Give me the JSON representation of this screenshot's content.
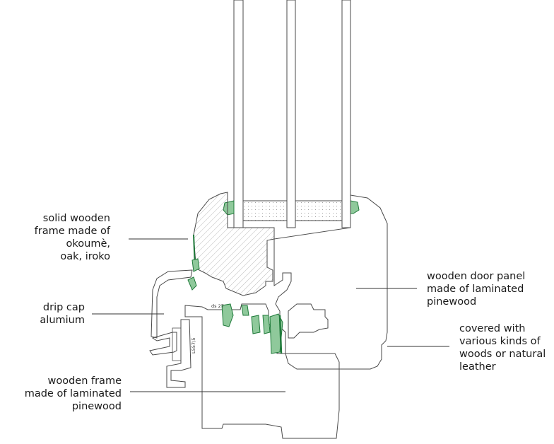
{
  "labels": {
    "solid_frame": [
      "solid wooden",
      "frame made of",
      "okoumè,",
      "oak, iroko"
    ],
    "drip_cap": [
      "drip cap",
      "alumium"
    ],
    "wooden_frame": [
      "wooden frame",
      "made of laminated",
      "pinewood"
    ],
    "door_panel": [
      "wooden door panel",
      "made of laminated",
      "pinewood"
    ],
    "covered": [
      "covered with",
      "various kinds of",
      "woods or natural",
      "leather"
    ]
  },
  "small_marks": {
    "gasket_code": "ds 27",
    "profile_code": "L557/5"
  },
  "colors": {
    "line": "#4a4a4a",
    "seal_green": "#1f7a3a",
    "seal_light": "#8fc99b",
    "hatch": "#9a9a9a",
    "leader": "#333333"
  }
}
